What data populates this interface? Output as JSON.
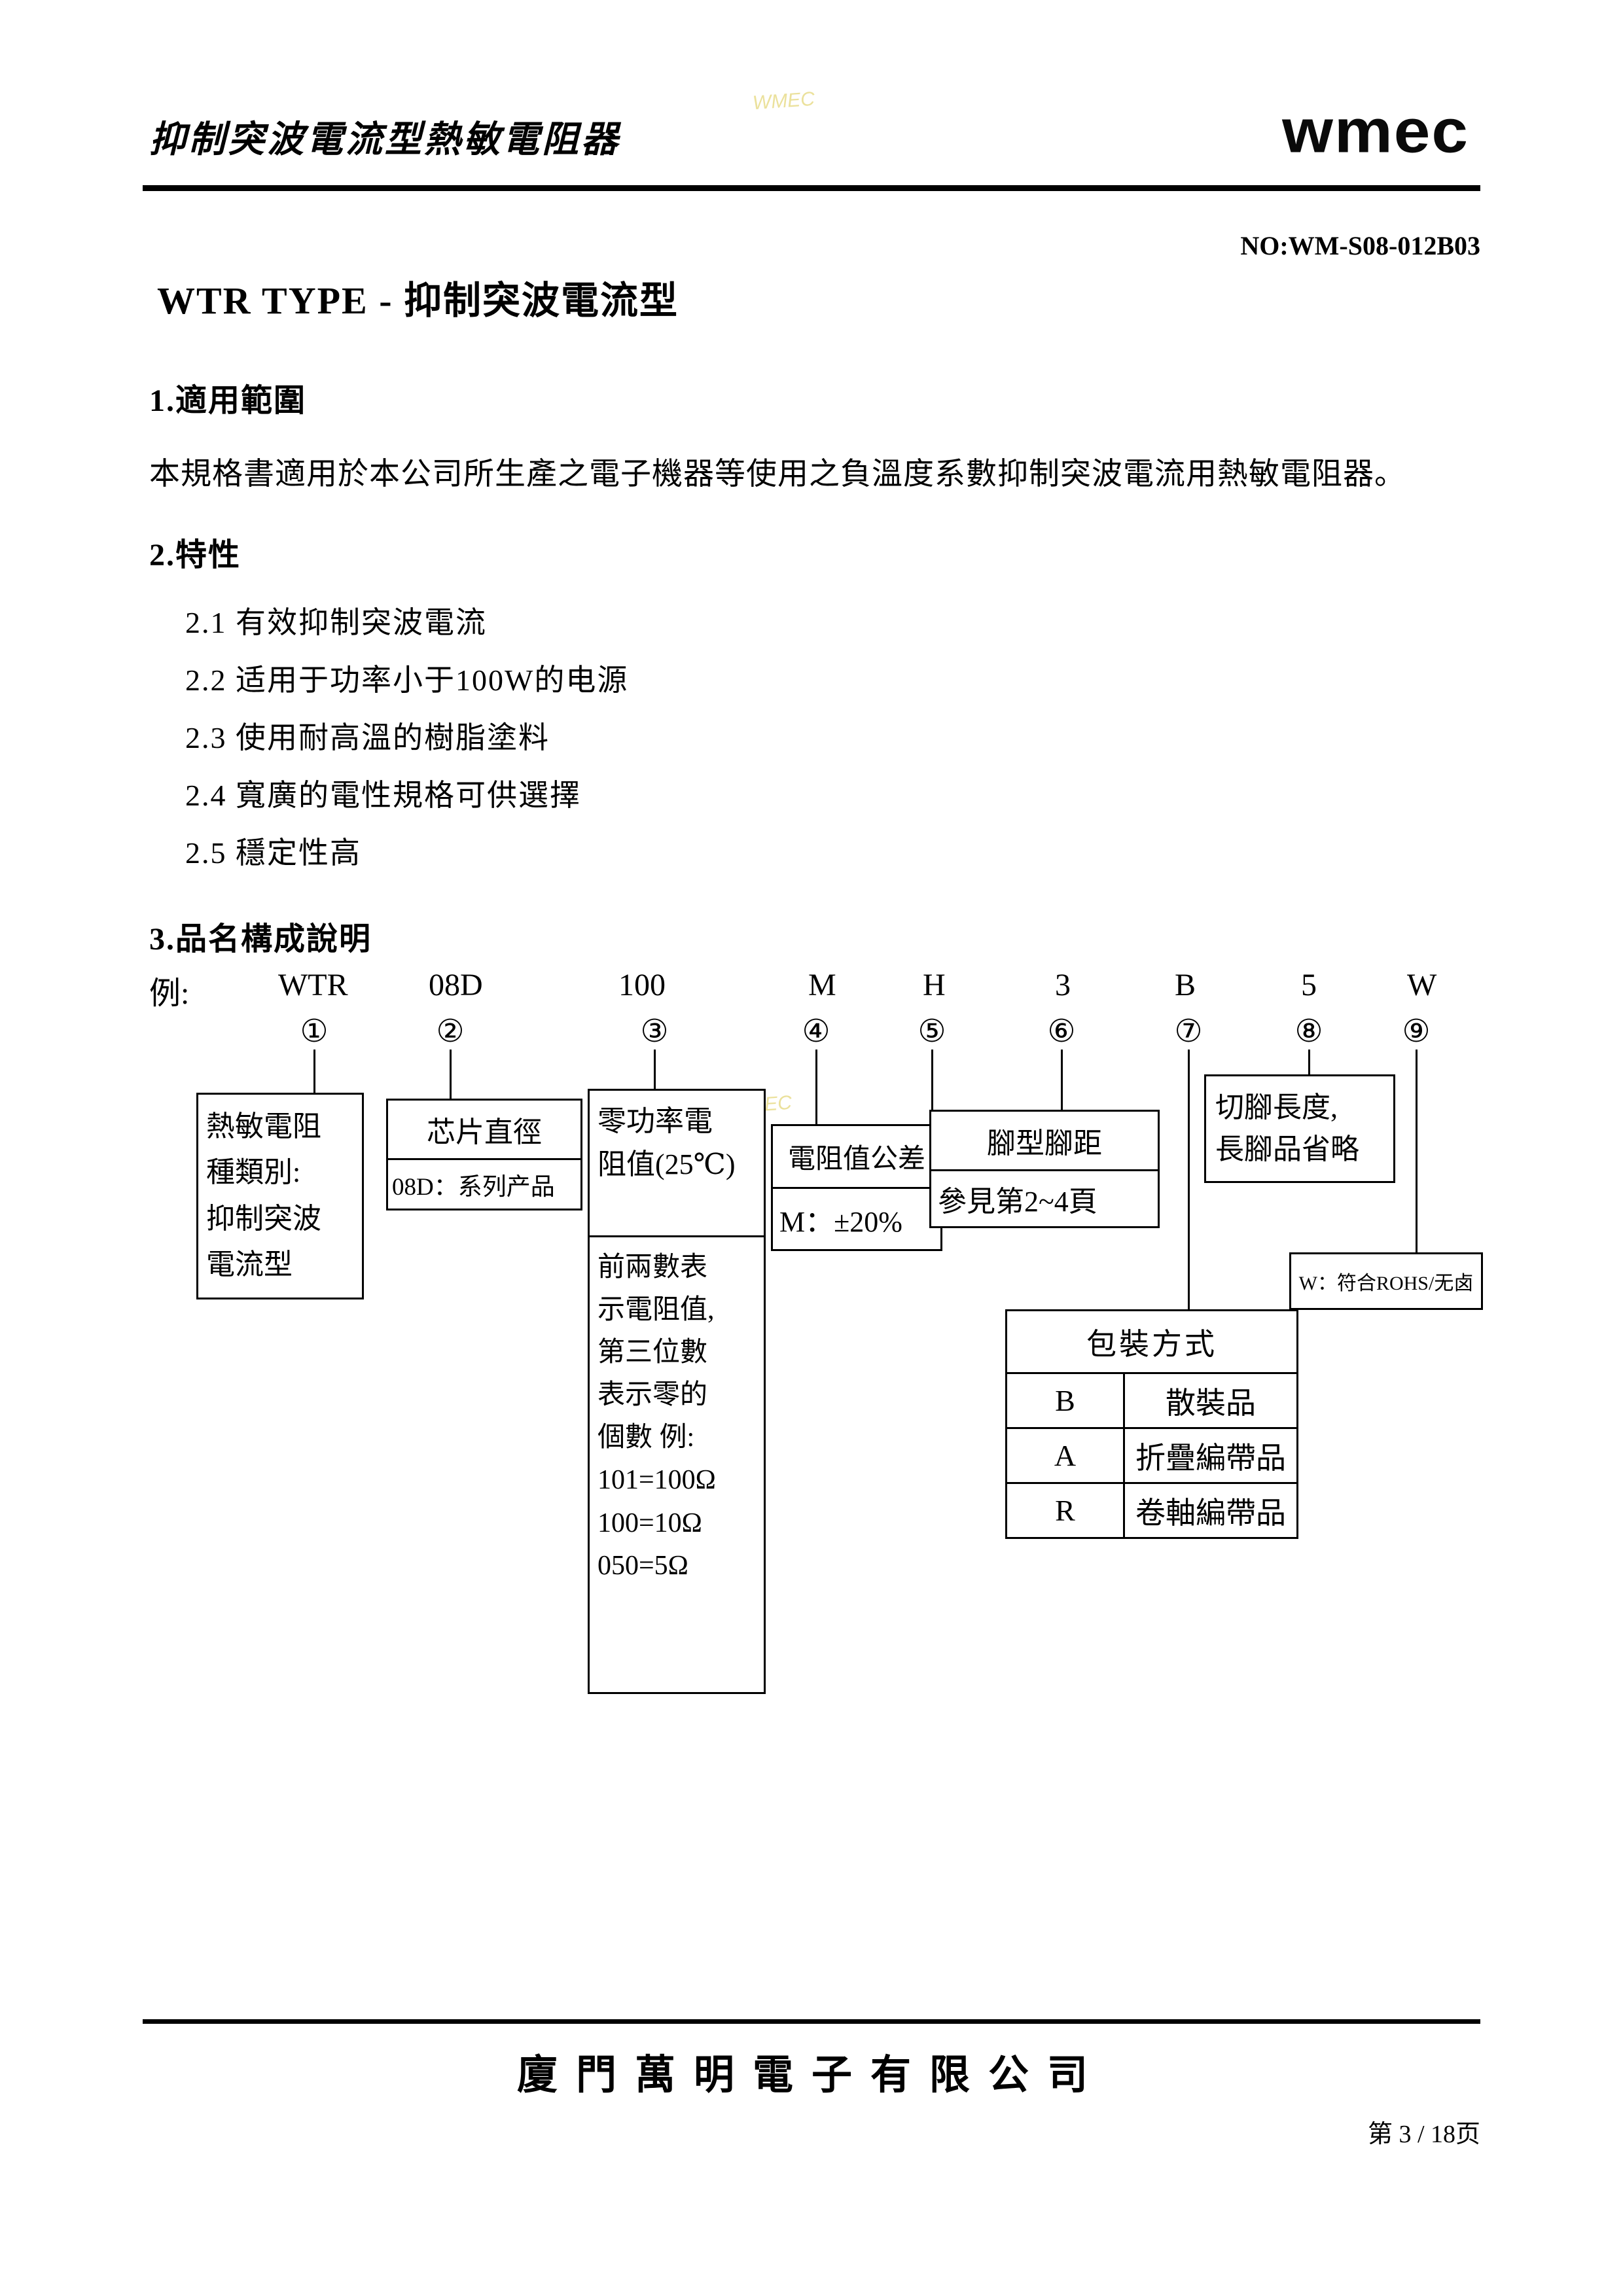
{
  "header": {
    "doc_title": "抑制突波電流型熱敏電阻器",
    "logo_text": "wmec",
    "doc_no": "NO:WM-S08-012B03"
  },
  "title": "WTR TYPE - 抑制突波電流型",
  "sections": {
    "s1": {
      "heading": "1.適用範圍",
      "body": "本規格書適用於本公司所生產之電子機器等使用之負溫度系數抑制突波電流用熱敏電阻器。"
    },
    "s2": {
      "heading": "2.特性",
      "items": [
        "2.1 有效抑制突波電流",
        "2.2 适用于功率小于100W的电源",
        "2.3 使用耐高溫的樹脂塗料",
        "2.4 寬廣的電性規格可供選擇",
        "2.5 穩定性高"
      ]
    },
    "s3": {
      "heading": "3.品名構成說明"
    }
  },
  "part_number": {
    "label": "例:",
    "segments": [
      "WTR",
      "08D",
      "100",
      "M",
      "H",
      "3",
      "B",
      "5",
      "W"
    ],
    "markers": [
      "①",
      "②",
      "③",
      "④",
      "⑤",
      "⑥",
      "⑦",
      "⑧",
      "⑨"
    ]
  },
  "boxes": {
    "b1": {
      "lines": [
        "熱敏電阻",
        "種類別:",
        "抑制突波",
        "電流型"
      ]
    },
    "b2": {
      "top": "芯片直徑",
      "bottom": "08D：系列产品"
    },
    "b3": {
      "top_line1": "零功率電",
      "top_line2": "阻值(25℃)",
      "lines": [
        "前兩數表",
        "示電阻值,",
        "第三位數",
        "表示零的",
        "個數 例:",
        "101=100Ω",
        "100=10Ω",
        "050=5Ω"
      ]
    },
    "b4": {
      "top": "電阻值公差",
      "bottom": "M：±20%"
    },
    "b56": {
      "top": "腳型腳距",
      "bottom": "參見第2~4頁"
    },
    "b8": {
      "lines": [
        "切腳長度,",
        "長腳品省略"
      ]
    },
    "b9": {
      "text": "W：符合ROHS/无卤"
    },
    "package": {
      "header": "包裝方式",
      "rows": [
        [
          "B",
          "散裝品"
        ],
        [
          "A",
          "折疊編帶品"
        ],
        [
          "R",
          "卷軸編帶品"
        ]
      ]
    }
  },
  "footer": {
    "company": "廈門萬明電子有限公司",
    "page": "第 3 / 18页"
  },
  "watermark": "WMEC"
}
